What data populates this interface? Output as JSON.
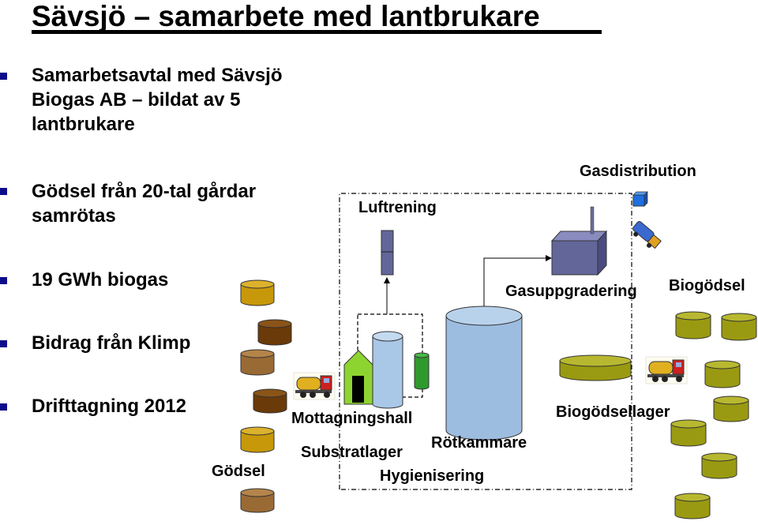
{
  "title": "Sävsjö – samarbete med lantbrukare",
  "bullets": [
    {
      "lines": [
        "Samarbetsavtal med Sävsjö",
        "Biogas AB – bildat av 5",
        "lantbrukare"
      ]
    },
    {
      "lines": [
        "Gödsel från 20-tal gårdar",
        "samrötas"
      ]
    },
    {
      "lines": [
        "19 GWh biogas"
      ]
    },
    {
      "lines": [
        "Bidrag från Klimp"
      ]
    },
    {
      "lines": [
        "Drifttagning 2012"
      ]
    }
  ],
  "diagram": {
    "labels": {
      "gasdistribution": "Gasdistribution",
      "luftrening": "Luftrening",
      "gasuppgradering": "Gasuppgradering",
      "biogodsel": "Biogödsel",
      "mottagningshall": "Mottagningshall",
      "biogodsellager": "Biogödsellager",
      "rotkammare": "Rötkammare",
      "substratlager": "Substratlager",
      "hygienisering": "Hygienisering",
      "godsel": "Gödsel"
    }
  },
  "colors": {
    "bullet": "#0d0d8c",
    "digester": "#9dbde0",
    "upgrading_unit": "#636699",
    "biogodsel_tank": "#9a9a12",
    "hall": "#8ed430",
    "hygienisering_tank": "#2e9a2e"
  }
}
